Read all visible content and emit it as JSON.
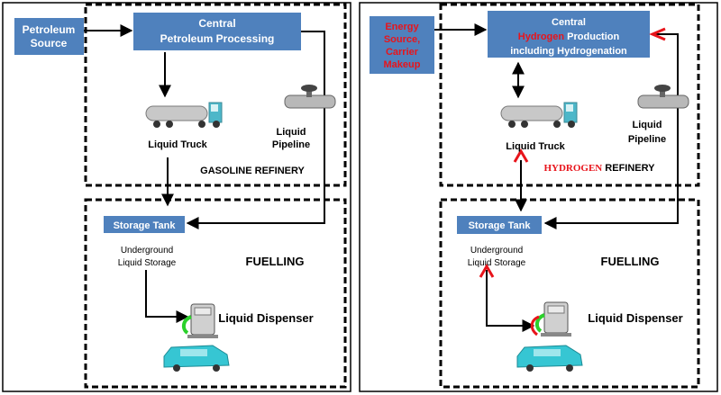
{
  "colors": {
    "box_blue": "#4f81bd",
    "box_text": "#ffffff",
    "hydrogen_red": "#e8141b",
    "arrow": "#000000",
    "truck_grey": "#c8c8c8",
    "truck_cab": "#4db7c9",
    "car": "#36c6d3",
    "hose": "#2bd12b"
  },
  "left_panel": {
    "source_line1": "Petroleum",
    "source_line2": "Source",
    "central_line1": "Central",
    "central_line2": "Petroleum Processing",
    "truck_label": "Liquid Truck",
    "pipeline_line1": "Liquid",
    "pipeline_line2": "Pipeline",
    "refinery_label": "GASOLINE REFINERY",
    "storage_tank": "Storage Tank",
    "underground_line1": "Underground",
    "underground_line2": "Liquid Storage",
    "fuelling": "FUELLING",
    "dispenser": "Liquid Dispenser"
  },
  "right_panel": {
    "source_line1": "Energy",
    "source_line2": "Source,",
    "source_line3": "Carrier",
    "source_line4": "Makeup",
    "central_line1": "Central",
    "central_h2_word": "Hydrogen",
    "central_line2_rest": " Production",
    "central_line3": "including Hydrogenation",
    "truck_label": "Liquid Truck",
    "pipeline_line1": "Liquid",
    "pipeline_line2": "Pipeline",
    "refinery_h2_word": "HYDROGEN",
    "refinery_rest": " REFINERY",
    "storage_tank": "Storage Tank",
    "underground_line1": "Underground",
    "underground_line2": "Liquid Storage",
    "fuelling": "FUELLING",
    "dispenser": "Liquid Dispenser"
  },
  "icons": {
    "truck": "tanker-truck-icon",
    "pipeline": "pipeline-valve-icon",
    "pump": "fuel-pump-icon",
    "car": "car-icon"
  }
}
